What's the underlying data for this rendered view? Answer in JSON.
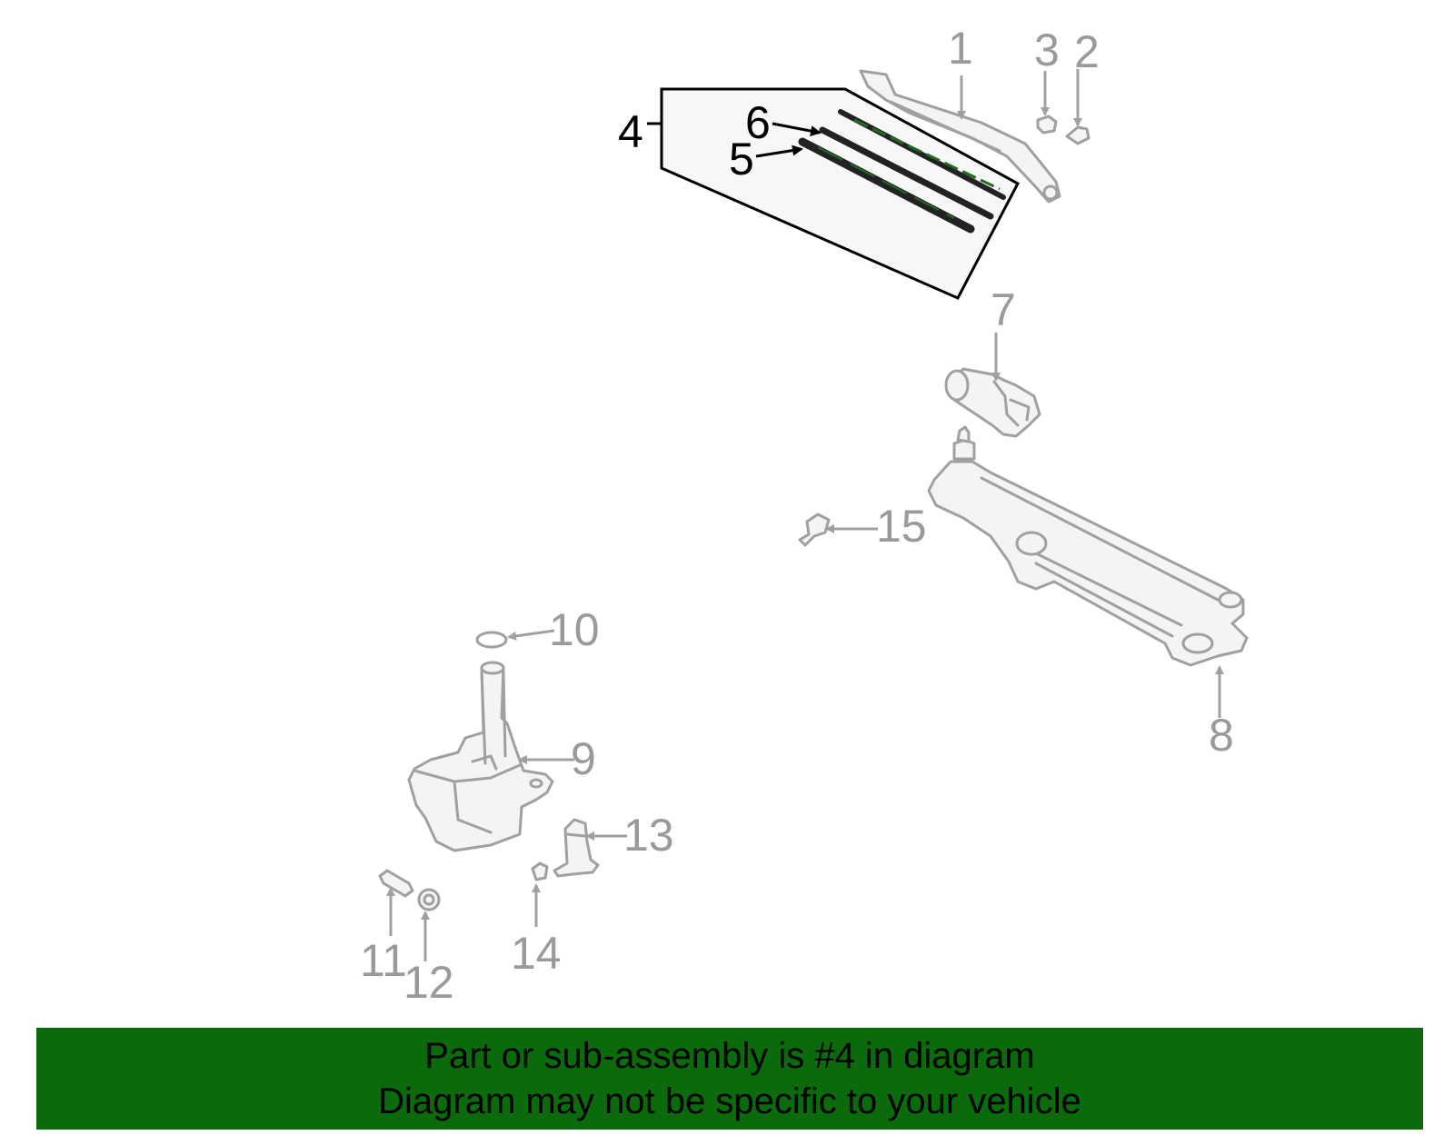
{
  "callouts": {
    "c1": "1",
    "c2": "2",
    "c3": "3",
    "c4": "4",
    "c5": "5",
    "c6": "6",
    "c7": "7",
    "c8": "8",
    "c9": "9",
    "c10": "10",
    "c11": "11",
    "c12": "12",
    "c13": "13",
    "c14": "14",
    "c15": "15"
  },
  "highlighted_part": "4",
  "colors": {
    "highlight_fill": "#f7f7f7",
    "highlight_outline": "#000000",
    "blade_green": "#1f6b1f",
    "part_gray": "#a0a0a0",
    "banner_bg": "#0b6a0b",
    "banner_text": "#000000"
  },
  "banner": {
    "line1": "Part or sub-assembly is #4 in diagram",
    "line2": "Diagram may not be specific to your vehicle"
  }
}
